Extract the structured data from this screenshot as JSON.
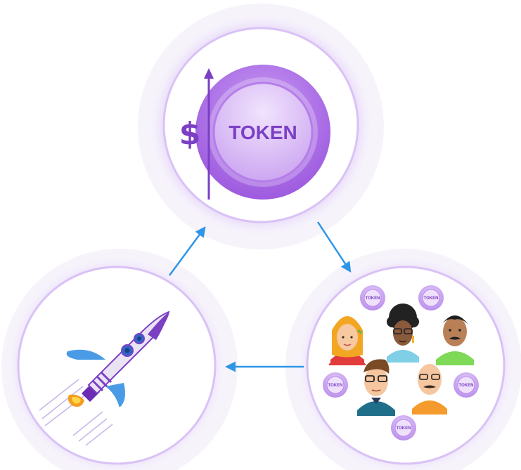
{
  "token": {
    "label": "TOKEN",
    "currency_symbol": "$"
  },
  "community": {
    "coin_label": "TOKEN"
  },
  "colors": {
    "purple": "#9b59e0",
    "purple_dark": "#7b3fc4",
    "purple_light": "#d7b8f5",
    "arrow_blue": "#2f95e6",
    "halo": "#e9ddfa"
  },
  "nodes": [
    {
      "name": "token",
      "icon": "token-coin-icon"
    },
    {
      "name": "community",
      "icon": "people-group-icon"
    },
    {
      "name": "launch",
      "icon": "rocket-icon"
    }
  ]
}
